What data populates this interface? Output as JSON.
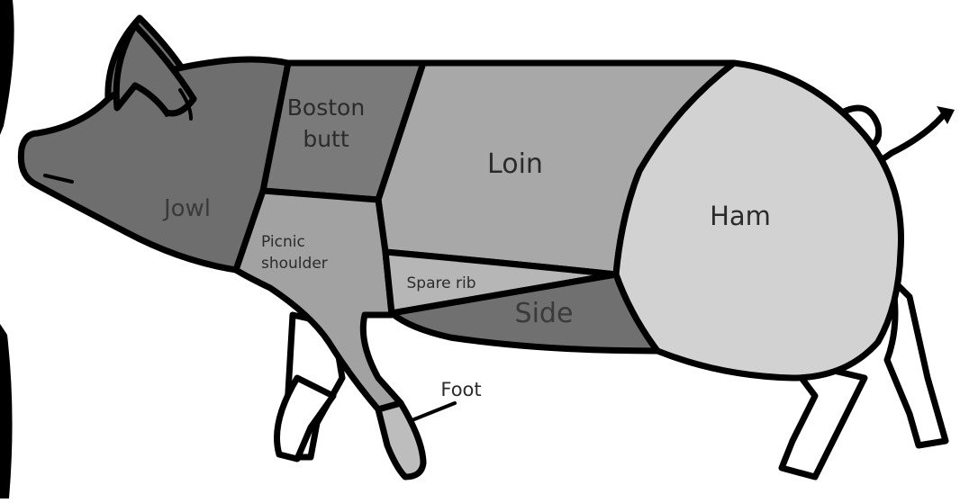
{
  "diagram": {
    "regions": [
      {
        "id": "jowl",
        "label": "Jowl",
        "color": "#6e6e6e"
      },
      {
        "id": "boston-butt",
        "label_lines": [
          "Boston",
          "butt"
        ],
        "color": "#7a7a7a"
      },
      {
        "id": "loin",
        "label": "Loin",
        "color": "#a8a8a8"
      },
      {
        "id": "ham",
        "label": "Ham",
        "color": "#d2d2d2"
      },
      {
        "id": "picnic-shoulder",
        "label_lines": [
          "Picnic",
          "shoulder"
        ],
        "color": "#a2a2a2"
      },
      {
        "id": "spare-rib",
        "label": "Spare rib",
        "color": "#b6b6b6"
      },
      {
        "id": "side",
        "label": "Side",
        "color": "#707070"
      },
      {
        "id": "foot",
        "label": "Foot",
        "color": "#bdbdbd"
      }
    ],
    "colors": {
      "outline": "#000000",
      "legs": "#ffffff",
      "background": "#ffffff"
    }
  }
}
